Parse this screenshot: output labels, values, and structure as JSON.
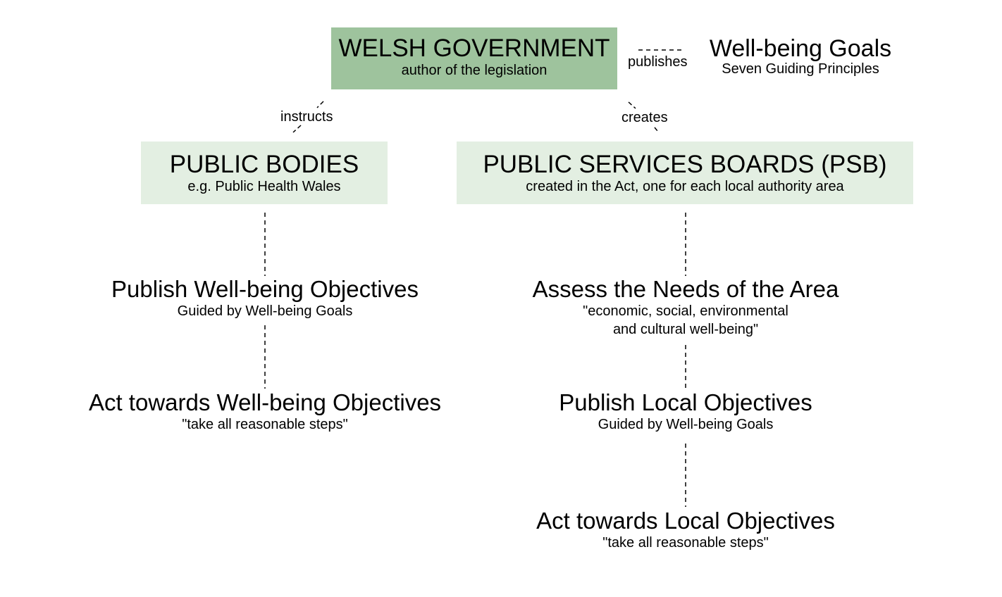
{
  "colors": {
    "government_box": "#9ec39d",
    "public_box": "#e3efe2",
    "line": "#000000",
    "text": "#000000"
  },
  "government": {
    "title": "WELSH GOVERNMENT",
    "subtitle": "author of the legislation"
  },
  "goals": {
    "title": "Well-being Goals",
    "subtitle": "Seven Guiding Principles"
  },
  "relations": {
    "publishes": "publishes",
    "instructs": "instructs",
    "creates": "creates"
  },
  "public_bodies": {
    "title": "PUBLIC BODIES",
    "subtitle": "e.g. Public Health Wales",
    "steps": [
      {
        "title": "Publish Well-being Objectives",
        "subtitle": "Guided by Well-being Goals"
      },
      {
        "title": "Act towards Well-being Objectives",
        "subtitle": "\"take all reasonable steps\""
      }
    ]
  },
  "psb": {
    "title": "PUBLIC SERVICES BOARDS (PSB)",
    "subtitle": "created in the Act, one for each local authority area",
    "steps": [
      {
        "title": "Assess the Needs of the Area",
        "subtitle": "\"economic, social, environmental",
        "subtitle2": "and cultural well-being\""
      },
      {
        "title": "Publish Local Objectives",
        "subtitle": "Guided by Well-being Goals"
      },
      {
        "title": "Act towards Local Objectives",
        "subtitle": "\"take all reasonable steps\""
      }
    ]
  }
}
